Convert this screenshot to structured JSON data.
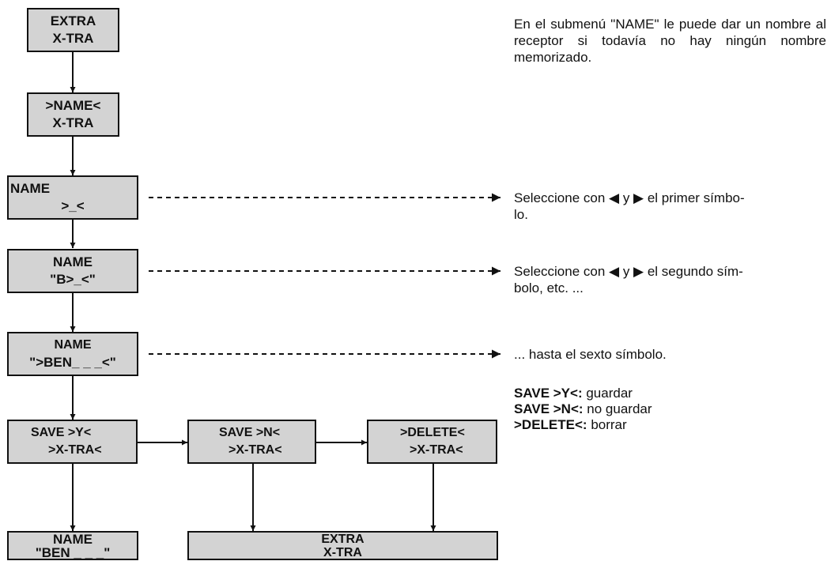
{
  "boxes": {
    "b1": {
      "l1": "EXTRA",
      "l2": "X-TRA"
    },
    "b2": {
      "l1": ">NAME<",
      "l2": "X-TRA"
    },
    "b3": {
      "l1": "NAME",
      "l2": ">_<"
    },
    "b4": {
      "l1": "NAME",
      "l2": "\"B>_<\""
    },
    "b5": {
      "l1": "NAME",
      "l2": "\">BEN_ _ _<\""
    },
    "b6": {
      "l1": "SAVE >Y<",
      "l2": ">X-TRA<"
    },
    "b7": {
      "l1": "SAVE >N<",
      "l2": ">X-TRA<"
    },
    "b8": {
      "l1": ">DELETE<",
      "l2": ">X-TRA<"
    },
    "b9": {
      "l1": "NAME",
      "l2": "\"BEN _ _ _\""
    },
    "b10": {
      "l1": "EXTRA",
      "l2": "X-TRA"
    }
  },
  "notes": {
    "intro": "En el submenú \"NAME\" le puede dar un nombre al receptor si todavía no hay ningún nombre memorizado.",
    "step1": {
      "l1": "Seleccione con ◀ y ▶ el primer símbo-",
      "l2": "lo."
    },
    "step2": {
      "l1": "Seleccione con ◀ y ▶ el segundo sím-",
      "l2": "bolo, etc. ..."
    },
    "step3": "... hasta el sexto símbolo.",
    "legend": [
      {
        "key": "SAVE >Y<:",
        "text": " guardar"
      },
      {
        "key": "SAVE >N<:",
        "text": " no guardar"
      },
      {
        "key": ">DELETE<:",
        "text": " borrar"
      }
    ]
  },
  "colors": {
    "box_fill": "#d3d3d3",
    "line": "#111111"
  }
}
